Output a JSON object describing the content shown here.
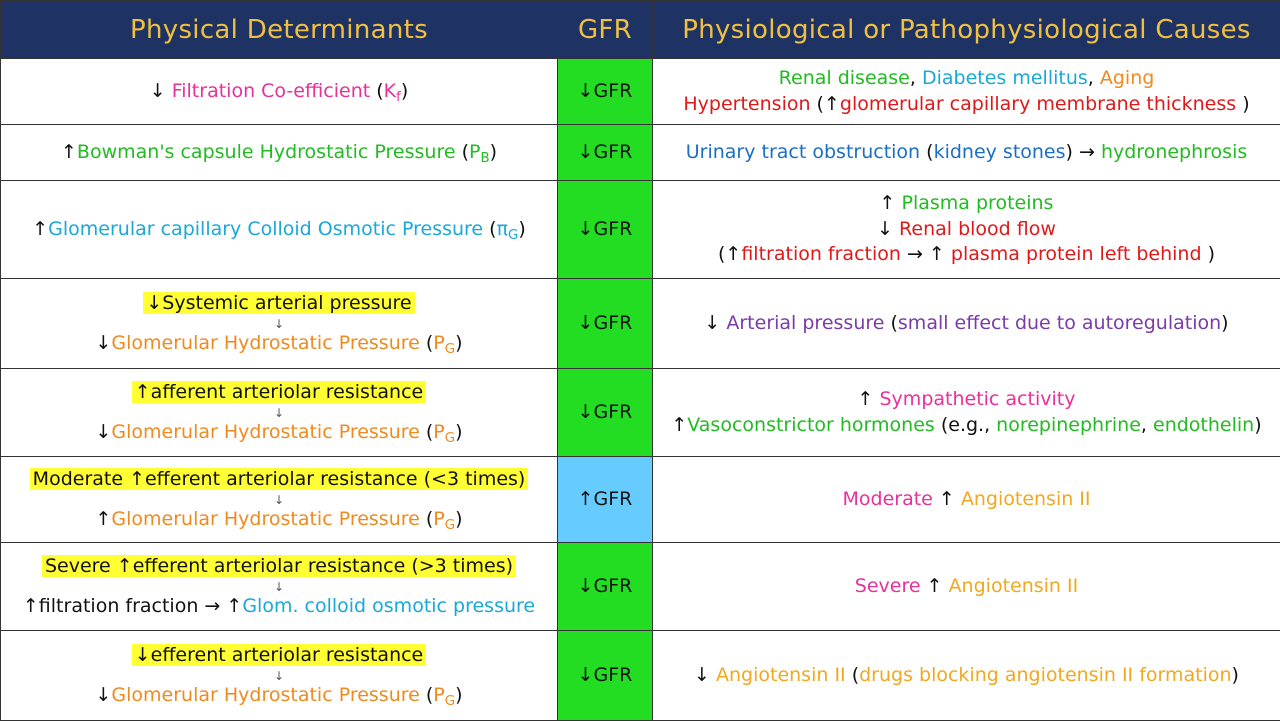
{
  "colors": {
    "header_bg": "#1f3264",
    "header_text": "#f0c040",
    "gfr_decrease": "#22dd22",
    "gfr_increase": "#66ccff",
    "highlight": "#ffff33",
    "pink": "#e8309a",
    "green": "#22bb22",
    "blue": "#1a6fc4",
    "cyan": "#19a8d8",
    "orange": "#ef8a1f",
    "red": "#e01818",
    "purple": "#7a3aa8",
    "gold": "#f0a820",
    "black": "#111111"
  },
  "headers": [
    "Physical Determinants",
    "GFR",
    "Physiological or Pathophysiological Causes"
  ],
  "rows": [
    {
      "height": 68,
      "gfr": "↓GFR",
      "gfr_color": "#22dd22",
      "det": [
        {
          "hl": false,
          "parts": [
            {
              "t": "↓ ",
              "c": "#111111"
            },
            {
              "t": "Filtration Co-efficient",
              "c": "#e8309a"
            },
            {
              "t": " (",
              "c": "#111111"
            },
            {
              "t": "K",
              "c": "#e8309a"
            },
            {
              "t": "f",
              "c": "#e8309a",
              "sub": true
            },
            {
              "t": ")",
              "c": "#111111"
            }
          ]
        }
      ],
      "cause": [
        {
          "parts": [
            {
              "t": "Renal disease",
              "c": "#22bb22"
            },
            {
              "t": ", ",
              "c": "#111111"
            },
            {
              "t": "Diabetes mellitus",
              "c": "#19a8d8"
            },
            {
              "t": ", ",
              "c": "#111111"
            },
            {
              "t": "Aging",
              "c": "#ef8a1f"
            }
          ]
        },
        {
          "parts": [
            {
              "t": "Hypertension",
              "c": "#e01818"
            },
            {
              "t": " (↑",
              "c": "#111111"
            },
            {
              "t": "glomerular capillary membrane thickness",
              "c": "#e01818"
            },
            {
              "t": " )",
              "c": "#111111"
            }
          ]
        }
      ]
    },
    {
      "height": 56,
      "gfr": "↓GFR",
      "gfr_color": "#22dd22",
      "det": [
        {
          "hl": false,
          "parts": [
            {
              "t": "↑",
              "c": "#111111"
            },
            {
              "t": "Bowman's capsule Hydrostatic Pressure",
              "c": "#22bb22"
            },
            {
              "t": " (",
              "c": "#111111"
            },
            {
              "t": "P",
              "c": "#22bb22"
            },
            {
              "t": "B",
              "c": "#22bb22",
              "sub": true
            },
            {
              "t": ")",
              "c": "#111111"
            }
          ]
        }
      ],
      "cause": [
        {
          "parts": [
            {
              "t": "Urinary tract obstruction",
              "c": "#1a6fc4"
            },
            {
              "t": " (",
              "c": "#111111"
            },
            {
              "t": "kidney stones",
              "c": "#1a6fc4"
            },
            {
              "t": ") → ",
              "c": "#111111"
            },
            {
              "t": "hydronephrosis",
              "c": "#22bb22"
            }
          ]
        }
      ]
    },
    {
      "height": 98,
      "gfr": "↓GFR",
      "gfr_color": "#22dd22",
      "det": [
        {
          "hl": false,
          "parts": [
            {
              "t": "↑",
              "c": "#111111"
            },
            {
              "t": "Glomerular capillary Colloid Osmotic Pressure",
              "c": "#19a8d8"
            },
            {
              "t": " (",
              "c": "#111111"
            },
            {
              "t": "π",
              "c": "#19a8d8"
            },
            {
              "t": "G",
              "c": "#19a8d8",
              "sub": true
            },
            {
              "t": ")",
              "c": "#111111"
            }
          ]
        }
      ],
      "cause": [
        {
          "parts": [
            {
              "t": "↑ ",
              "c": "#111111"
            },
            {
              "t": "Plasma proteins",
              "c": "#22bb22"
            }
          ]
        },
        {
          "parts": [
            {
              "t": "↓ ",
              "c": "#111111"
            },
            {
              "t": "Renal blood flow",
              "c": "#e01818"
            }
          ]
        },
        {
          "parts": [
            {
              "t": "(↑",
              "c": "#111111"
            },
            {
              "t": "filtration fraction",
              "c": "#e01818"
            },
            {
              "t": " → ↑ ",
              "c": "#111111"
            },
            {
              "t": "plasma protein left behind",
              "c": "#e01818"
            },
            {
              "t": " )",
              "c": "#111111"
            }
          ]
        }
      ]
    },
    {
      "height": 90,
      "gfr": "↓GFR",
      "gfr_color": "#22dd22",
      "det": [
        {
          "hl": true,
          "parts": [
            {
              "t": "↓Systemic arterial pressure",
              "c": "#111111"
            }
          ]
        },
        {
          "arrow": "↓"
        },
        {
          "hl": false,
          "parts": [
            {
              "t": "↓",
              "c": "#111111"
            },
            {
              "t": "Glomerular Hydrostatic Pressure",
              "c": "#ef8a1f"
            },
            {
              "t": " (",
              "c": "#111111"
            },
            {
              "t": "P",
              "c": "#ef8a1f"
            },
            {
              "t": "G",
              "c": "#ef8a1f",
              "sub": true
            },
            {
              "t": ")",
              "c": "#111111"
            }
          ]
        }
      ],
      "cause": [
        {
          "parts": [
            {
              "t": "↓ ",
              "c": "#111111"
            },
            {
              "t": "Arterial pressure",
              "c": "#7a3aa8"
            },
            {
              "t": " (",
              "c": "#111111"
            },
            {
              "t": "small effect due to autoregulation",
              "c": "#7a3aa8"
            },
            {
              "t": ")",
              "c": "#111111"
            }
          ]
        }
      ]
    },
    {
      "height": 88,
      "gfr": "↓GFR",
      "gfr_color": "#22dd22",
      "det": [
        {
          "hl": true,
          "parts": [
            {
              "t": "↑afferent arteriolar resistance",
              "c": "#111111"
            }
          ]
        },
        {
          "arrow": "↓"
        },
        {
          "hl": false,
          "parts": [
            {
              "t": "↓",
              "c": "#111111"
            },
            {
              "t": "Glomerular Hydrostatic Pressure",
              "c": "#ef8a1f"
            },
            {
              "t": " (",
              "c": "#111111"
            },
            {
              "t": "P",
              "c": "#ef8a1f"
            },
            {
              "t": "G",
              "c": "#ef8a1f",
              "sub": true
            },
            {
              "t": ")",
              "c": "#111111"
            }
          ]
        }
      ],
      "cause": [
        {
          "parts": [
            {
              "t": "↑ ",
              "c": "#111111"
            },
            {
              "t": "Sympathetic activity",
              "c": "#e8309a"
            }
          ]
        },
        {
          "parts": [
            {
              "t": "↑",
              "c": "#111111"
            },
            {
              "t": "Vasoconstrictor hormones",
              "c": "#22bb22"
            },
            {
              "t": " (e.g., ",
              "c": "#111111"
            },
            {
              "t": "norepinephrine",
              "c": "#22bb22"
            },
            {
              "t": ", ",
              "c": "#111111"
            },
            {
              "t": "endothelin",
              "c": "#22bb22"
            },
            {
              "t": ")",
              "c": "#111111"
            }
          ]
        }
      ]
    },
    {
      "height": 85,
      "gfr": "↑GFR",
      "gfr_color": "#66ccff",
      "det": [
        {
          "hl": true,
          "parts": [
            {
              "t": "Moderate ↑efferent arteriolar resistance (<3 times)",
              "c": "#111111"
            }
          ]
        },
        {
          "arrow": "↓"
        },
        {
          "hl": false,
          "parts": [
            {
              "t": "↑",
              "c": "#111111"
            },
            {
              "t": "Glomerular Hydrostatic Pressure",
              "c": "#ef8a1f"
            },
            {
              "t": " (",
              "c": "#111111"
            },
            {
              "t": "P",
              "c": "#ef8a1f"
            },
            {
              "t": "G",
              "c": "#ef8a1f",
              "sub": true
            },
            {
              "t": ")",
              "c": "#111111"
            }
          ]
        }
      ],
      "cause": [
        {
          "parts": [
            {
              "t": "Moderate",
              "c": "#e8309a"
            },
            {
              "t": " ↑ ",
              "c": "#111111"
            },
            {
              "t": "Angiotensin II",
              "c": "#f0a820"
            }
          ]
        }
      ]
    },
    {
      "height": 88,
      "gfr": "↓GFR",
      "gfr_color": "#22dd22",
      "det": [
        {
          "hl": true,
          "parts": [
            {
              "t": "Severe ↑efferent arteriolar resistance (>3 times)",
              "c": "#111111"
            }
          ]
        },
        {
          "arrow": "↓"
        },
        {
          "hl": false,
          "parts": [
            {
              "t": "↑filtration fraction → ↑",
              "c": "#111111"
            },
            {
              "t": "Glom. colloid osmotic pressure",
              "c": "#19a8d8"
            }
          ]
        }
      ],
      "cause": [
        {
          "parts": [
            {
              "t": "Severe",
              "c": "#e8309a"
            },
            {
              "t": " ↑ ",
              "c": "#111111"
            },
            {
              "t": "Angiotensin II",
              "c": "#f0a820"
            }
          ]
        }
      ]
    },
    {
      "height": 89,
      "gfr": "↓GFR",
      "gfr_color": "#22dd22",
      "det": [
        {
          "hl": true,
          "parts": [
            {
              "t": "↓efferent arteriolar resistance",
              "c": "#111111"
            }
          ]
        },
        {
          "arrow": "↓"
        },
        {
          "hl": false,
          "parts": [
            {
              "t": "↓",
              "c": "#111111"
            },
            {
              "t": "Glomerular Hydrostatic Pressure",
              "c": "#ef8a1f"
            },
            {
              "t": " (",
              "c": "#111111"
            },
            {
              "t": "P",
              "c": "#ef8a1f"
            },
            {
              "t": "G",
              "c": "#ef8a1f",
              "sub": true
            },
            {
              "t": ")",
              "c": "#111111"
            }
          ]
        }
      ],
      "cause": [
        {
          "parts": [
            {
              "t": "↓ ",
              "c": "#111111"
            },
            {
              "t": "Angiotensin II",
              "c": "#f0a820"
            },
            {
              "t": " (",
              "c": "#111111"
            },
            {
              "t": "drugs blocking angiotensin II formation",
              "c": "#f0a820"
            },
            {
              "t": ")",
              "c": "#111111"
            }
          ]
        }
      ]
    }
  ]
}
